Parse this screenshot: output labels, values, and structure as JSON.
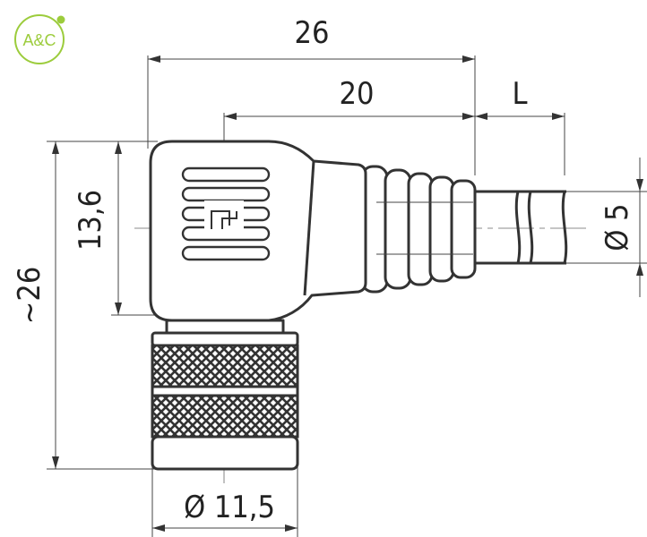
{
  "logo": {
    "text": "A&C",
    "color": "#9ccc3c"
  },
  "dimensions": {
    "overall_length": "26",
    "body_length": "20",
    "cable_length": "L",
    "body_height": "13,6",
    "overall_height": "~26",
    "cable_diameter": "Ø 5",
    "nut_diameter": "Ø 11,5"
  },
  "colors": {
    "line": "#333333",
    "knurl": "#333333",
    "background": "#ffffff"
  }
}
